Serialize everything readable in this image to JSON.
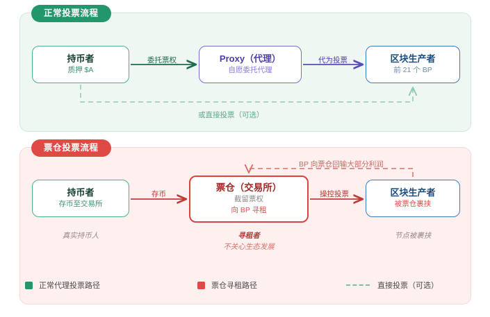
{
  "sections": [
    {
      "badge": "正常投票流程",
      "accent": "#22976b",
      "background": "#eff7f3",
      "nodes": [
        {
          "id": "holder",
          "title": "持币者",
          "sub": "质押 $A",
          "border": "#49b289"
        },
        {
          "id": "proxy",
          "title": "Proxy（代理）",
          "sub": "自愿委托代理",
          "border": "#7a6ad4"
        },
        {
          "id": "bp",
          "title": "区块生产者",
          "sub": "前 21 个 BP",
          "border": "#3a7bbf"
        }
      ],
      "edges": [
        {
          "id": "delegate",
          "label": "委托票权",
          "color": "#1e6b4d",
          "style": "solid"
        },
        {
          "id": "vote-for",
          "label": "代为投票",
          "color": "#4b3fa8",
          "style": "solid"
        },
        {
          "id": "direct",
          "label": "或直接投票（可选）",
          "color": "#5da98a",
          "style": "dashed"
        }
      ]
    },
    {
      "badge": "票仓投票流程",
      "accent": "#e04a45",
      "background": "#fdf0ee",
      "nodes": [
        {
          "id": "holder",
          "title": "持币者",
          "sub": "存币至交易所",
          "border": "#49b289"
        },
        {
          "id": "farm",
          "title": "票仓（交易所）",
          "sub": "截留票权",
          "sub2": "向 BP 寻租",
          "border": "#d9433d"
        },
        {
          "id": "bp",
          "title": "区块生产者",
          "sub": "被票仓裹挟",
          "border": "#3a7bbf"
        }
      ],
      "edges": [
        {
          "id": "deposit",
          "label": "存币",
          "color": "#b23b37",
          "style": "solid"
        },
        {
          "id": "manipulate",
          "label": "操控投票",
          "color": "#b23b37",
          "style": "solid"
        },
        {
          "id": "kickback",
          "label": "BP 向票仓回输大部分利润",
          "color": "#c96a63",
          "style": "dashed"
        }
      ],
      "captions": [
        {
          "id": "holder",
          "main": "真实持币人"
        },
        {
          "id": "farm",
          "main": "寻租者",
          "sub": "不关心生态发展"
        },
        {
          "id": "bp",
          "main": "节点被裹挟"
        }
      ]
    }
  ],
  "legend": {
    "items": [
      {
        "marker": "green-square-swatch",
        "label": "正常代理投票路径",
        "color": "#22976b"
      },
      {
        "marker": "red-square-swatch",
        "label": "票仓寻租路径",
        "color": "#e04a45"
      },
      {
        "marker": "green-dashed-line",
        "label": "直接投票（可选）",
        "color": "#7fc0a5"
      }
    ]
  }
}
